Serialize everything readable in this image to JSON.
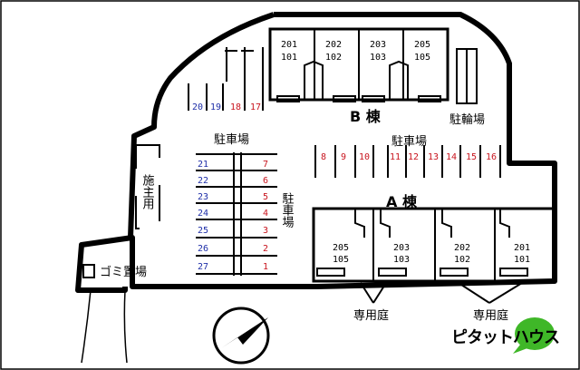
{
  "labels": {
    "building_b": "B 棟",
    "building_a": "A 棟",
    "parking_top_center": "駐車場",
    "parking_center_left": "駐車場",
    "parking_vertical": "駐車場",
    "bicycle_parking": "駐輪場",
    "facility": "施主用",
    "garbage": "ゴミ置場",
    "private_garden_left": "専用庭",
    "private_garden_right": "専用庭"
  },
  "building_b_units": [
    {
      "top": "201",
      "bottom": "101"
    },
    {
      "top": "202",
      "bottom": "102"
    },
    {
      "top": "203",
      "bottom": "103"
    },
    {
      "top": "205",
      "bottom": "105"
    }
  ],
  "building_a_units": [
    {
      "top": "205",
      "bottom": "105"
    },
    {
      "top": "203",
      "bottom": "103"
    },
    {
      "top": "202",
      "bottom": "102"
    },
    {
      "top": "201",
      "bottom": "101"
    }
  ],
  "parking_upper_left": [
    {
      "num": "20",
      "color": "#1f2fa8"
    },
    {
      "num": "19",
      "color": "#1f2fa8"
    },
    {
      "num": "18",
      "color": "#c8141e"
    },
    {
      "num": "17",
      "color": "#c8141e"
    }
  ],
  "parking_upper_right": [
    {
      "num": "8",
      "color": "#c8141e"
    },
    {
      "num": "9",
      "color": "#c8141e"
    },
    {
      "num": "10",
      "color": "#c8141e"
    },
    {
      "num": "11",
      "color": "#c8141e"
    },
    {
      "num": "12",
      "color": "#c8141e"
    },
    {
      "num": "13",
      "color": "#c8141e"
    },
    {
      "num": "14",
      "color": "#c8141e"
    },
    {
      "num": "15",
      "color": "#c8141e"
    },
    {
      "num": "16",
      "color": "#c8141e"
    }
  ],
  "parking_grid_left": [
    {
      "num": "21",
      "color": "#1f2fa8"
    },
    {
      "num": "22",
      "color": "#1f2fa8"
    },
    {
      "num": "23",
      "color": "#1f2fa8"
    },
    {
      "num": "24",
      "color": "#1f2fa8"
    },
    {
      "num": "25",
      "color": "#1f2fa8"
    },
    {
      "num": "26",
      "color": "#1f2fa8"
    },
    {
      "num": "27",
      "color": "#1f2fa8"
    }
  ],
  "parking_grid_right": [
    {
      "num": "7",
      "color": "#c8141e"
    },
    {
      "num": "6",
      "color": "#c8141e"
    },
    {
      "num": "5",
      "color": "#c8141e"
    },
    {
      "num": "4",
      "color": "#c8141e"
    },
    {
      "num": "3",
      "color": "#c8141e"
    },
    {
      "num": "2",
      "color": "#c8141e"
    },
    {
      "num": "1",
      "color": "#c8141e"
    }
  ],
  "logo": {
    "text": "ピタットハウス",
    "accent_color": "#3fb728"
  },
  "icons": {
    "compass": "north-arrow-icon"
  }
}
